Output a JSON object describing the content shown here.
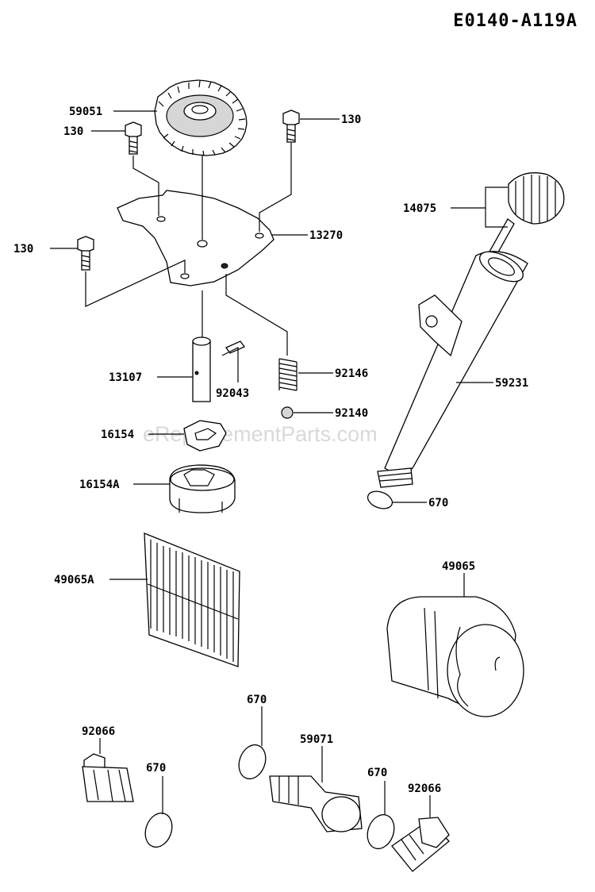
{
  "diagram_id": "E0140-A119A",
  "watermark": "eReplacementParts.com",
  "part_labels": {
    "p59051": "59051",
    "p130_a": "130",
    "p130_b": "130",
    "p130_c": "130",
    "p13270": "13270",
    "p14075": "14075",
    "p13107": "13107",
    "p92043": "92043",
    "p92146": "92146",
    "p92140": "92140",
    "p59231": "59231",
    "p16154": "16154",
    "p16154A": "16154A",
    "p670_a": "670",
    "p49065A": "49065A",
    "p49065": "49065",
    "p670_b": "670",
    "p92066_a": "92066",
    "p59071": "59071",
    "p670_c": "670",
    "p670_d": "670",
    "p92066_b": "92066"
  }
}
